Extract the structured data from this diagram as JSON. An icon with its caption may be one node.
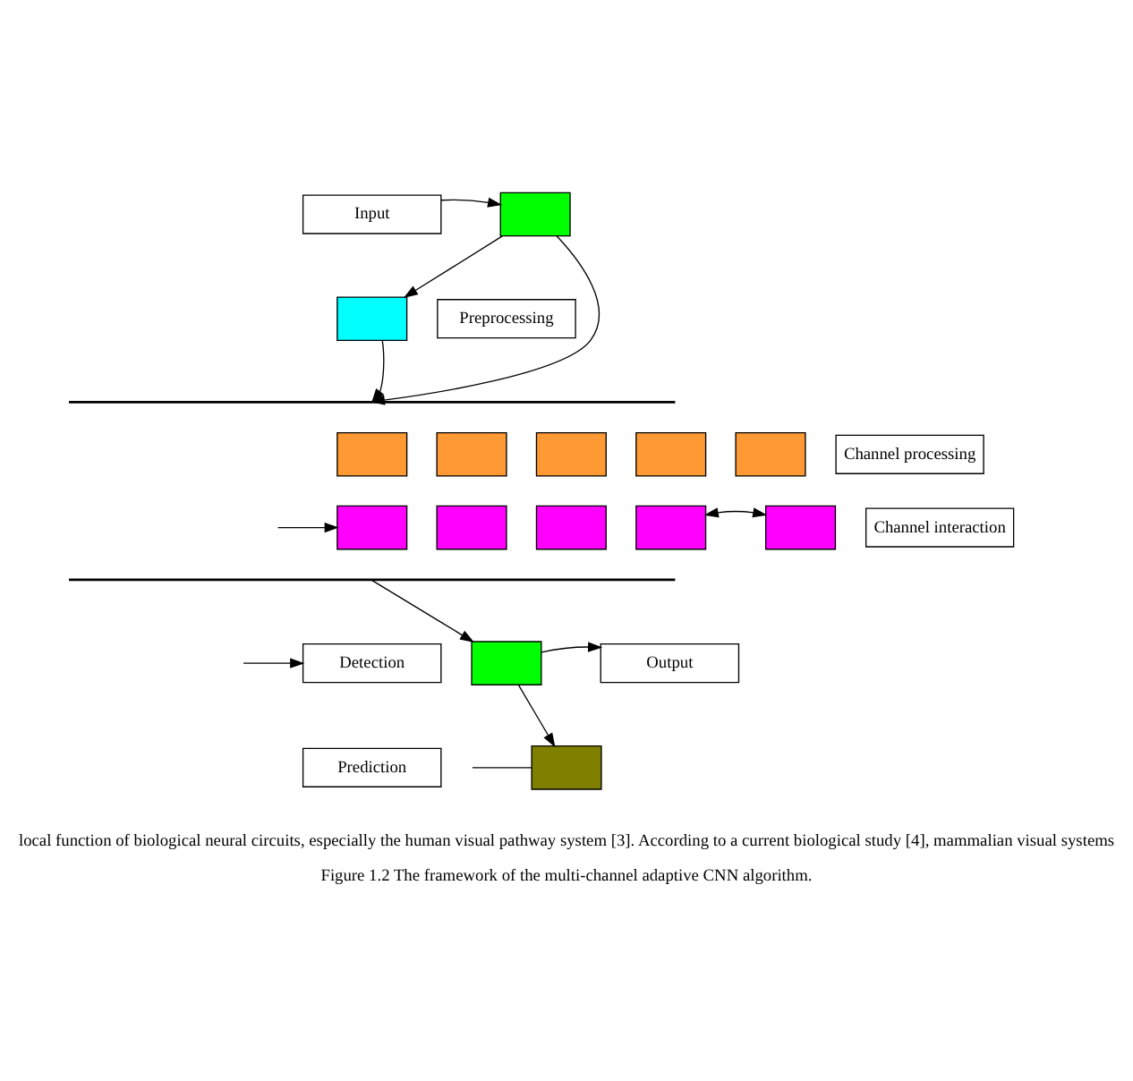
{
  "diagram": {
    "caption": "Figure 1.2 The framework of the multi-channel adaptive CNN algorithm.",
    "nodes": [
      {
        "text": [
          "Input"
        ]
      },
      {
        "text": [],
        "shape": "box"
      },
      {
        "text": [],
        "shape": "box"
      },
      {
        "text": [
          "Preprocessing"
        ]
      },
      {
        "text": [],
        "shape": "bar"
      },
      {
        "text": [],
        "shape": "box"
      },
      {
        "text": [],
        "shape": "box"
      },
      {
        "text": [],
        "shape": "box"
      },
      {
        "text": [],
        "shape": "box"
      },
      {
        "text": [],
        "shape": "box"
      },
      {
        "text": [
          "Channel processing"
        ]
      },
      {
        "text": [],
        "shape": "box"
      },
      {
        "text": [],
        "shape": "box"
      },
      {
        "text": [],
        "shape": "box"
      },
      {
        "text": [],
        "shape": "box"
      },
      {
        "text": [],
        "shape": "box"
      },
      {
        "text": [
          "Channel interaction"
        ]
      },
      {
        "text": [],
        "shape": "bar"
      },
      {
        "text": [
          "Detection"
        ]
      },
      {
        "text": [],
        "shape": "box"
      },
      {
        "text": [
          "Output"
        ]
      },
      {
        "text": [
          "Prediction"
        ]
      },
      {
        "text": [],
        "shape": "box"
      }
    ],
    "edges": [
      {
        "from": 0,
        "to": 1,
        "arrow": "to"
      },
      {
        "from": 1,
        "to": 4,
        "arrow": "to"
      },
      {
        "from": 1,
        "to": 2,
        "arrow": "to"
      },
      {
        "from": 2,
        "to": 4,
        "arrow": "to"
      },
      {
        "from": 14,
        "to": 15,
        "arrow": "both"
      },
      {
        "from": null,
        "to": 11,
        "arrow": "to"
      },
      {
        "from": 17,
        "to": 19,
        "arrow": "to"
      },
      {
        "from": null,
        "to": 18,
        "arrow": "to"
      },
      {
        "from": 19,
        "to": 20,
        "arrow": "to"
      },
      {
        "from": 19,
        "to": 22,
        "arrow": "to"
      },
      {
        "from": 22,
        "to": null,
        "arrow": "none"
      }
    ],
    "labels": [
      "local function of biological neural circuits, especially the human visual pathway system [3]. According to a current biological study [4], mammalian visual systems"
    ]
  }
}
